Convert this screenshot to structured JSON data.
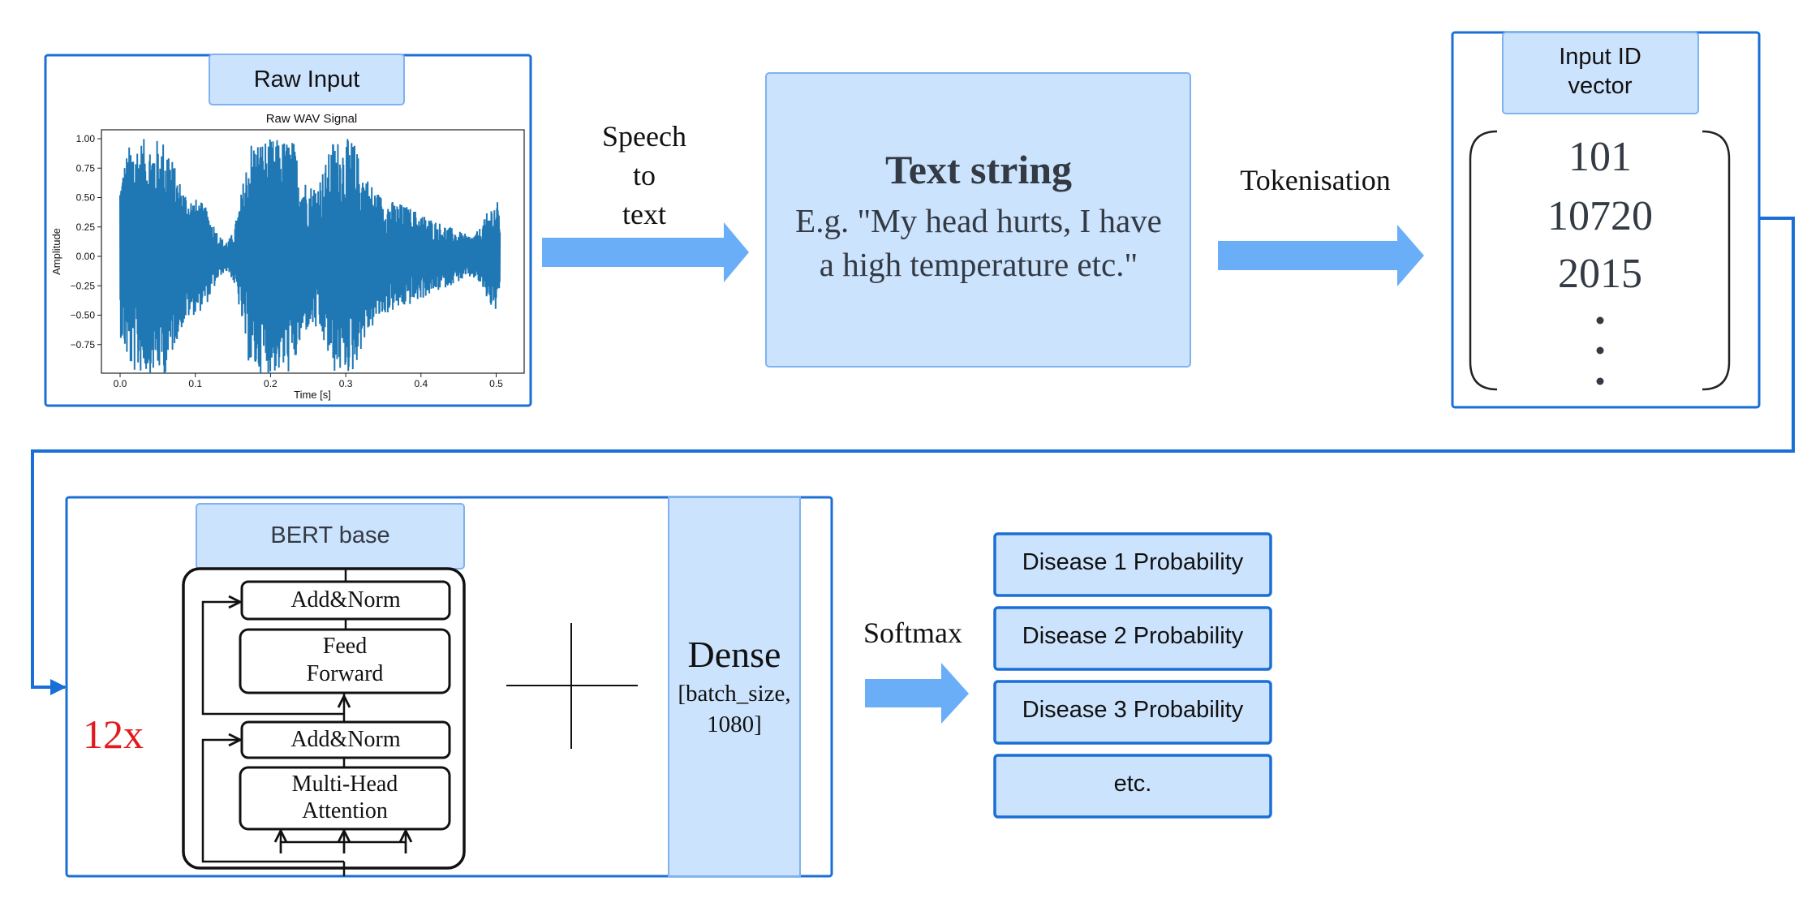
{
  "colors": {
    "frame": "#1a6fd6",
    "panel_fill": "#cce3fd",
    "panel_stroke": "#7fb2f0",
    "arrow": "#6aaef7",
    "waveform": "#1f77b4",
    "multiplier": "#e31a1c"
  },
  "raw_input": {
    "label": "Raw Input",
    "plot": {
      "title": "Raw WAV Signal",
      "xlabel": "Time [s]",
      "ylabel": "Amplitude",
      "x_ticks": [
        "0.0",
        "0.1",
        "0.2",
        "0.3",
        "0.4",
        "0.5"
      ],
      "y_ticks": [
        "1.00",
        "0.75",
        "0.50",
        "0.25",
        "0.00",
        "−0.25",
        "−0.50",
        "−0.75"
      ]
    }
  },
  "speech_to_text": {
    "line1": "Speech",
    "line2": "to",
    "line3": "text"
  },
  "text_string": {
    "title": "Text string",
    "line1": "E.g. \"My head hurts, I have",
    "line2": "a high temperature etc.\""
  },
  "tokenisation": {
    "label": "Tokenisation"
  },
  "input_ids": {
    "label_line1": "Input ID",
    "label_line2": "vector",
    "values": [
      "101",
      "10720",
      "2015"
    ]
  },
  "bert": {
    "label": "BERT base",
    "multiplier": "12x",
    "add_norm_top": "Add&Norm",
    "feed_forward_1": "Feed",
    "feed_forward_2": "Forward",
    "add_norm_bottom": "Add&Norm",
    "attention_1": "Multi-Head",
    "attention_2": "Attention"
  },
  "dense": {
    "title": "Dense",
    "shape_1": "[batch_size,",
    "shape_2": "1080]"
  },
  "softmax": {
    "label": "Softmax"
  },
  "outputs": [
    "Disease 1 Probability",
    "Disease 2 Probability",
    "Disease 3 Probability",
    "etc."
  ]
}
